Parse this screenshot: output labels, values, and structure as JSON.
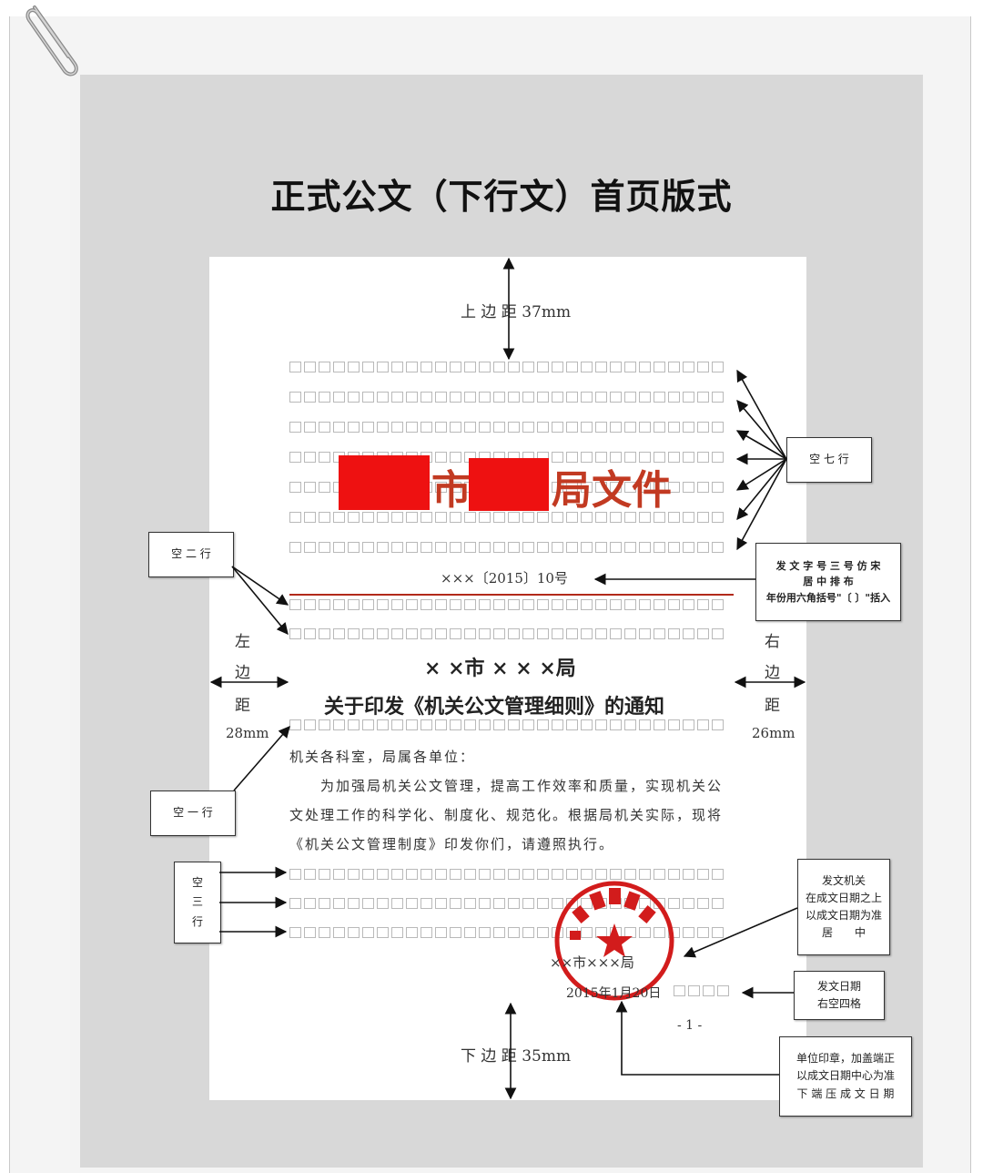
{
  "title": "正式公文（下行文）首页版式",
  "margins": {
    "top": "上 边 距 37mm",
    "bottom": "下 边 距 35mm",
    "left_chars": [
      "左",
      "边",
      "距",
      "28mm"
    ],
    "right_chars": [
      "右",
      "边",
      "距",
      "26mm"
    ]
  },
  "header": {
    "part1": "市",
    "part2": "局文件",
    "doc_number": "×××〔2015〕10号"
  },
  "heading": {
    "issuer": "× ×市 × × ×局",
    "title": "关于印发《机关公文管理细则》的通知"
  },
  "body": {
    "salutation": "机关各科室，局属各单位：",
    "line1": "为加强局机关公文管理，提高工作效率和质量，实现机关公",
    "line2": "文处理工作的科学化、制度化、规范化。根据局机关实际，现将",
    "line3": "《机关公文管理制度》印发你们，请遵照执行。"
  },
  "signature": {
    "issuer": "××市×××局",
    "date": "2015年1月20日"
  },
  "page_number": "- 1 -",
  "callouts": {
    "seven_rows": "空 七 行",
    "two_rows": "空 二 行",
    "one_row": "空 一 行",
    "three_rows": [
      "空",
      "三",
      "行"
    ],
    "doc_number_note": [
      "发 文 字 号 三 号 仿 宋",
      "居 中 排 布",
      "年份用六角括号\"〔 〕\"括入"
    ],
    "issuer_note": [
      "发文机关",
      "在成文日期之上",
      "以成文日期为准",
      "居　　中"
    ],
    "date_note": [
      "发文日期",
      "右空四格"
    ],
    "seal_note": [
      "单位印章，加盖端正",
      "以成文日期中心为准",
      "下 端 压 成 文 日 期"
    ]
  },
  "colors": {
    "red_block": "#ee1111",
    "red_text": "#c23a22",
    "seal": "#d21c1c",
    "board": "#d8d8d8"
  }
}
